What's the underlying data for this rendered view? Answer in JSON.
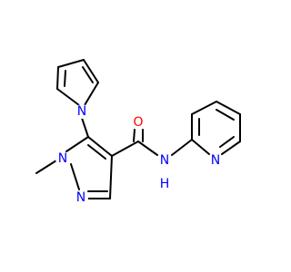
{
  "molecule": {
    "colors": {
      "bond": "#000000",
      "nitrogen": "#0000ff",
      "oxygen": "#ff0000",
      "background": "#ffffff"
    },
    "atoms": {
      "pyrrole_N": "N",
      "carbonyl_O": "O",
      "pyrazole_N1": "N",
      "pyrazole_N2": "N",
      "amide_N": "N",
      "amide_H": "H",
      "pyridine_N": "N"
    }
  }
}
